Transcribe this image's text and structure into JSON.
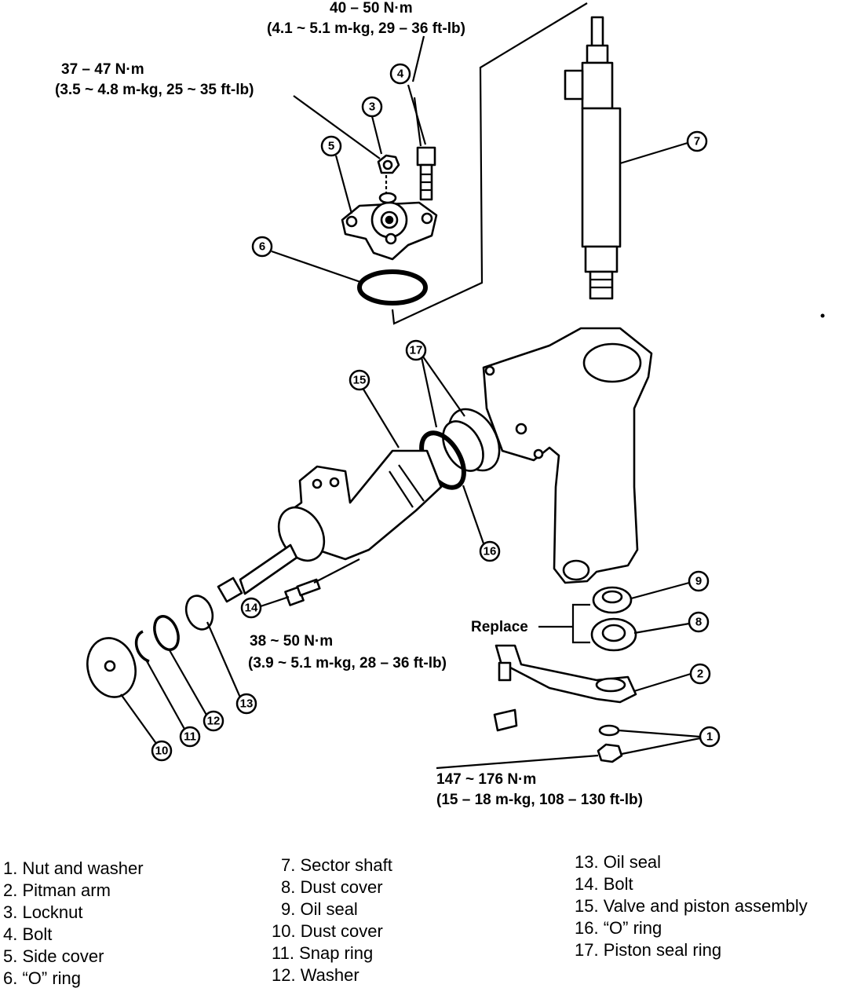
{
  "torque_specs": {
    "bolt_4": {
      "line1": "40 – 50 N·m",
      "line2": "(4.1 ~ 5.1 m-kg, 29 – 36 ft-lb)"
    },
    "locknut_3": {
      "line1": "37 – 47 N·m",
      "line2": "(3.5 ~ 4.8 m-kg, 25 ~ 35 ft-lb)"
    },
    "bolt_14": {
      "line1": "38 ~ 50 N·m",
      "line2": "(3.9 ~ 5.1 m-kg, 28 – 36 ft-lb)"
    },
    "nut_1": {
      "line1": "147 ~ 176 N·m",
      "line2": "(15 – 18 m-kg, 108 – 130 ft-lb)"
    }
  },
  "replace_label": "Replace",
  "callouts": [
    "1",
    "2",
    "3",
    "4",
    "5",
    "6",
    "7",
    "8",
    "9",
    "10",
    "11",
    "12",
    "13",
    "14",
    "15",
    "16",
    "17"
  ],
  "legend": {
    "col1": [
      "1. Nut and washer",
      "2. Pitman arm",
      "3. Locknut",
      "4. Bolt",
      "5. Side cover",
      "6. “O” ring"
    ],
    "col2": [
      "7. Sector shaft",
      "8. Dust cover",
      "9. Oil seal",
      "10. Dust cover",
      "11. Snap ring",
      "12. Washer"
    ],
    "col3": [
      "13. Oil seal",
      "14. Bolt",
      "15. Valve and piston assembly",
      "16. “O” ring",
      "17. Piston seal ring"
    ]
  }
}
